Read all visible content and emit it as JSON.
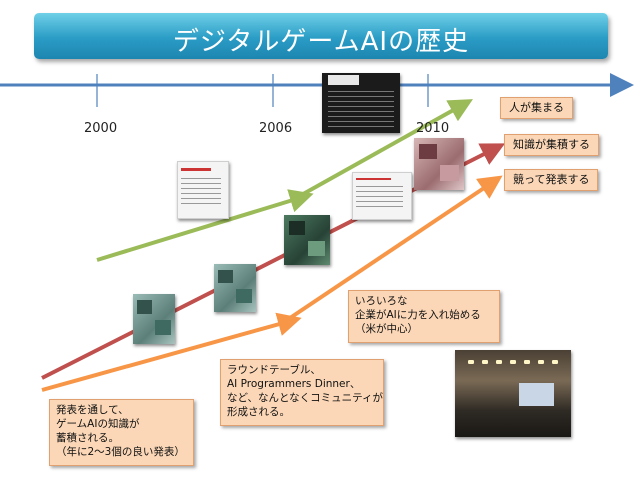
{
  "title": "デジタルゲームAIの歴史",
  "timeline": {
    "years": [
      "2000",
      "2006",
      "2010"
    ]
  },
  "tags": [
    {
      "text": "人が集まる"
    },
    {
      "text": "知識が集積する"
    },
    {
      "text": "競って発表する"
    }
  ],
  "notes": {
    "left": [
      "発表を通して、",
      "ゲームAIの知識が",
      "蓄積される。",
      "（年に2～3個の良い発表）"
    ],
    "middle": [
      "ラウンドテーブル、",
      "AI Programmers Dinner、",
      "など、なんとなくコミュニティが",
      "形成される。"
    ],
    "right": [
      "いろいろな",
      "企業がAIに力を入れ始める",
      "（米が中心）"
    ]
  },
  "colors": {
    "title_bar": "#2a9cc5",
    "timeline": "#4f81bd",
    "arrow_green": "#9bbb59",
    "arrow_red": "#c0504d",
    "arrow_orange": "#f79646",
    "note_fill": "#fbd7b7"
  },
  "icons": [
    "book-cover-icon",
    "website-screenshot-icon",
    "conference-poster-icon",
    "conference-photo-icon"
  ]
}
